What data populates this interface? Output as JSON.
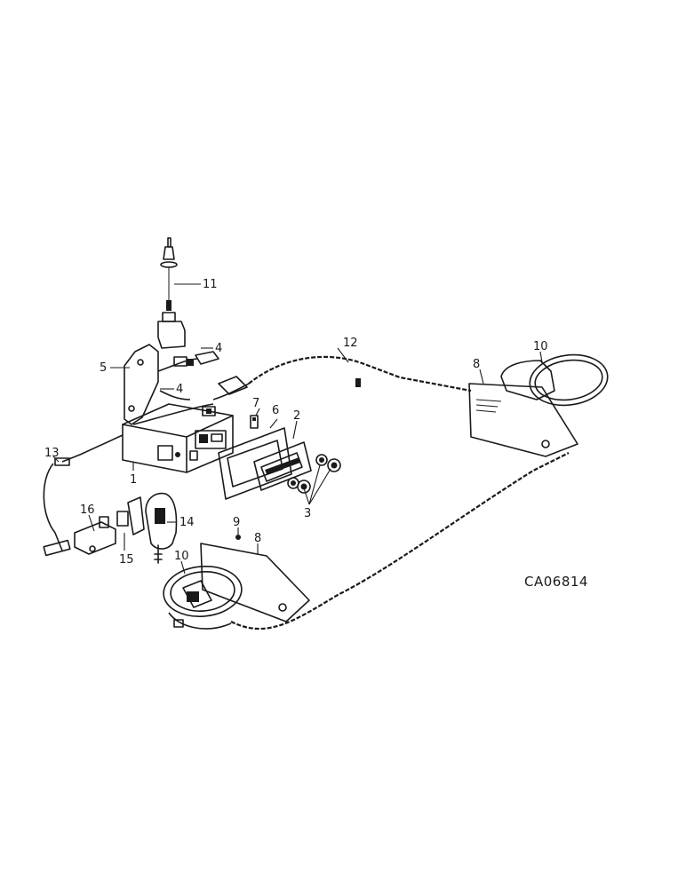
{
  "callouts": {
    "c1": "1",
    "c2": "2",
    "c3": "3",
    "c4a": "4",
    "c4b": "4",
    "c5": "5",
    "c6": "6",
    "c7": "7",
    "c8a": "8",
    "c8b": "8",
    "c9": "9",
    "c10a": "10",
    "c10b": "10",
    "c11": "11",
    "c12": "12",
    "c13": "13",
    "c14": "14",
    "c15": "15",
    "c16": "16"
  },
  "reference_code": "CA06814"
}
